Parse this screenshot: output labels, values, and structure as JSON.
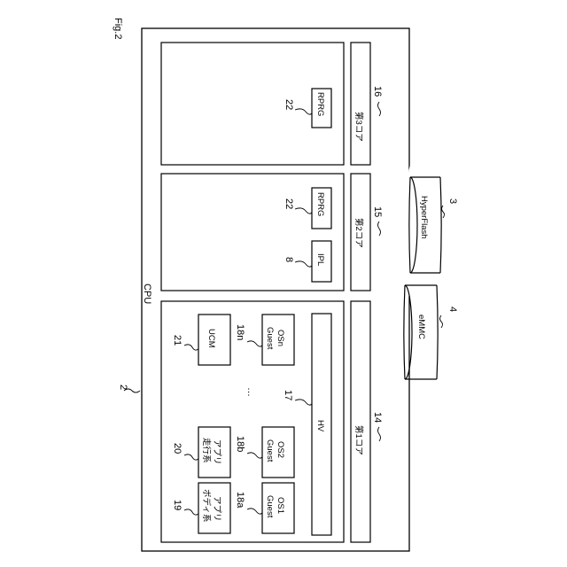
{
  "figure": {
    "title": "Fig.2"
  },
  "labels": {
    "cpu": "CPU",
    "ref_cpu": "2",
    "hyperflash": "HyperFlash",
    "ref_hyperflash": "3",
    "emmc": "eMMC",
    "ref_emmc": "4",
    "core1": "第1コア",
    "ref_core1": "14",
    "core2": "第2コア",
    "ref_core2": "15",
    "core3": "第3コア",
    "ref_core3": "16",
    "hv": "HV",
    "ref_hv": "17",
    "guest_os1_line1": "Guest",
    "guest_os1_line2": "OS1",
    "ref_guest_os1": "18a",
    "guest_os2_line1": "Guest",
    "guest_os2_line2": "OS2",
    "ref_guest_os2": "18b",
    "guest_osn_line1": "Guest",
    "guest_osn_line2": "OSn",
    "ref_guest_osn": "18n",
    "body_app_line1": "ボディ系",
    "body_app_line2": "アプリ",
    "ref_body_app": "19",
    "drive_app_line1": "走行系",
    "drive_app_line2": "アプリ",
    "ref_drive_app": "20",
    "ucm": "UCM",
    "ref_ucm": "21",
    "ellipsis": "…",
    "ipl": "IPL",
    "ref_ipl": "8",
    "rprg_core2": "RPRG",
    "ref_rprg_core2": "22",
    "rprg_core3": "RPRG",
    "ref_rprg_core3": "22"
  }
}
